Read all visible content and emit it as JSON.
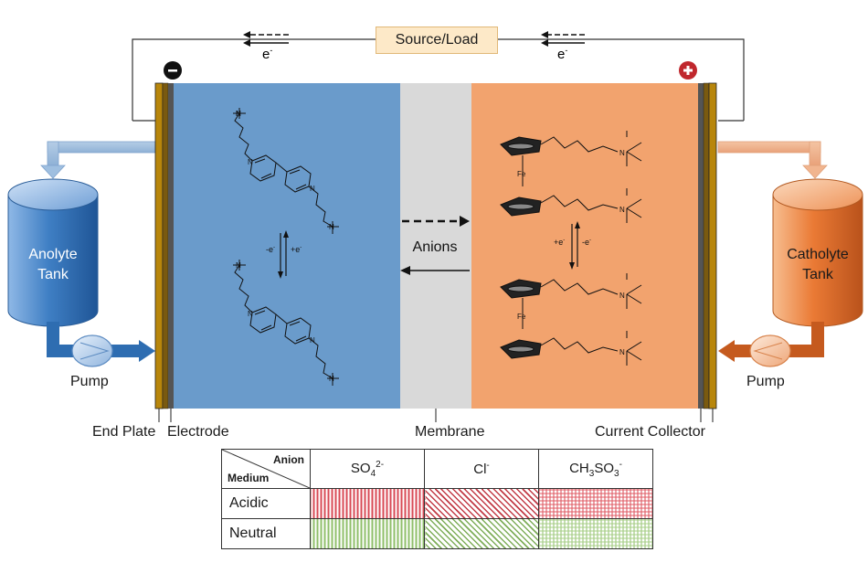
{
  "circuit": {
    "source_load_label": "Source/Load",
    "electron_left": "e",
    "electron_right": "e",
    "electron_sup": "-",
    "negative_terminal": "-",
    "positive_terminal": "+"
  },
  "tanks": {
    "anolyte_line1": "Anolyte",
    "anolyte_line2": "Tank",
    "catholyte_line1": "Catholyte",
    "catholyte_line2": "Tank"
  },
  "pumps": {
    "left_label": "Pump",
    "right_label": "Pump"
  },
  "cell": {
    "anions_label": "Anions",
    "anolyte_redox_left": "-e",
    "anolyte_redox_right": "+e",
    "catholyte_redox_left": "+e",
    "catholyte_redox_right": "-e",
    "fe_label": "Fe"
  },
  "component_labels": {
    "end_plate": "End Plate",
    "electrode": "Electrode",
    "membrane": "Membrane",
    "current_collector": "Current Collector"
  },
  "table": {
    "corner_anion": "Anion",
    "corner_medium": "Medium",
    "columns": [
      {
        "main": "SO",
        "sub": "4",
        "sup": "2-"
      },
      {
        "main": "Cl",
        "sub": "",
        "sup": "-"
      },
      {
        "main": "CH",
        "sub": "3",
        "main2": "SO",
        "sub2": "3",
        "sup": "-"
      }
    ],
    "rows": [
      "Acidic",
      "Neutral"
    ]
  },
  "colors": {
    "anolyte": "#6a9bcb",
    "catholyte": "#f2a36e",
    "membrane": "#d9d9d9",
    "end_plate": "#b8860b",
    "electrode": "#555555",
    "acidic": "#d84a55",
    "neutral": "#8fbf6a"
  }
}
